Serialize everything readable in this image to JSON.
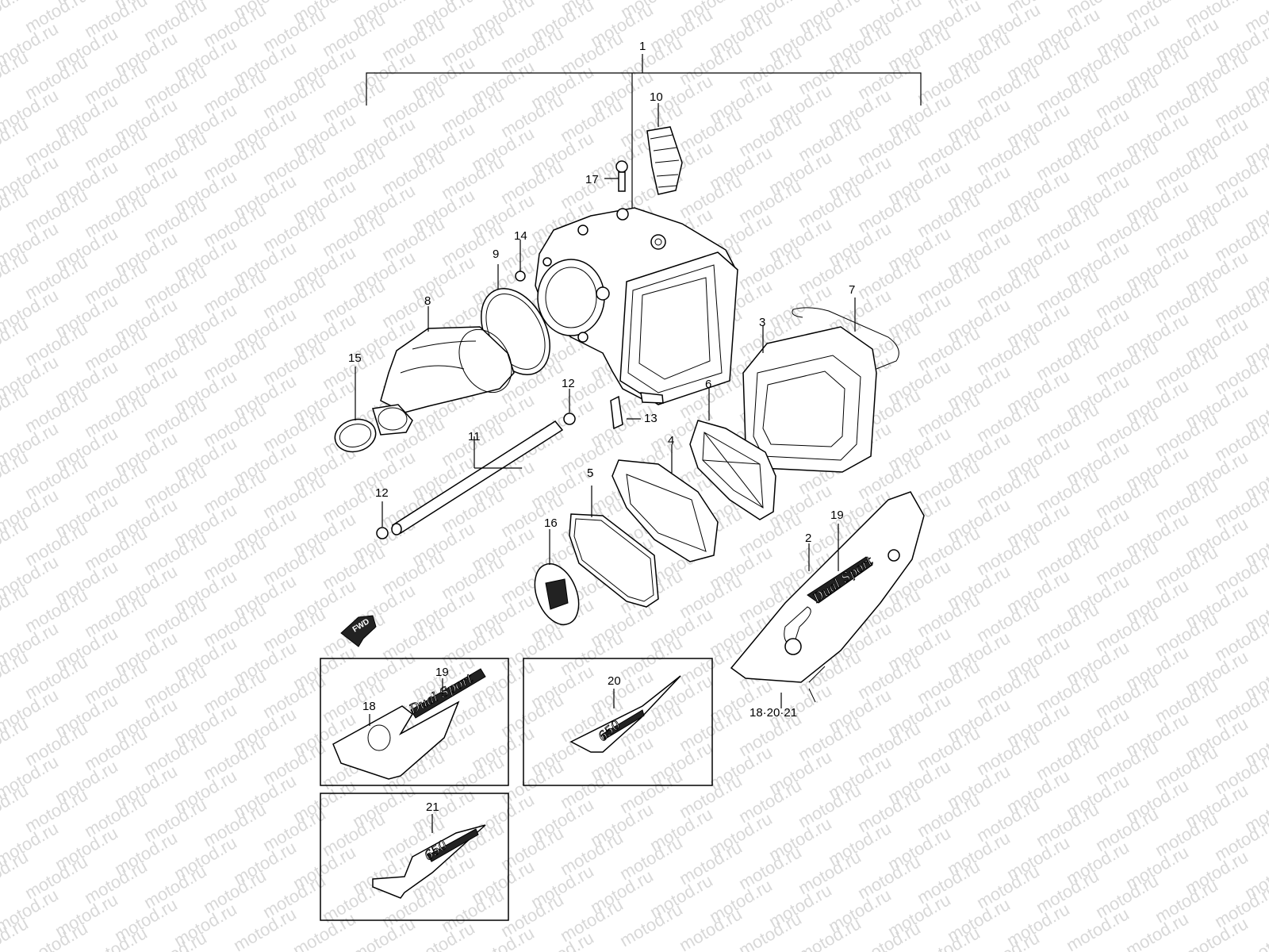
{
  "watermark": "motod.ru",
  "fwd_arrow_label": "FWD",
  "emblem_lettering": {
    "dual_sport": "Dual Sport",
    "number": "650"
  },
  "callouts": {
    "c1": "1",
    "c2": "2",
    "c3": "3",
    "c4": "4",
    "c5": "5",
    "c6": "6",
    "c7": "7",
    "c8": "8",
    "c9": "9",
    "c10": "10",
    "c11": "11",
    "c12a": "12",
    "c12b": "12",
    "c13": "13",
    "c14": "14",
    "c15": "15",
    "c16": "16",
    "c17": "17",
    "c19": "19",
    "c18_20_21": "18·20·21",
    "inset_a_18": "18",
    "inset_a_19": "19",
    "inset_b_20": "20",
    "inset_c_21": "21"
  }
}
